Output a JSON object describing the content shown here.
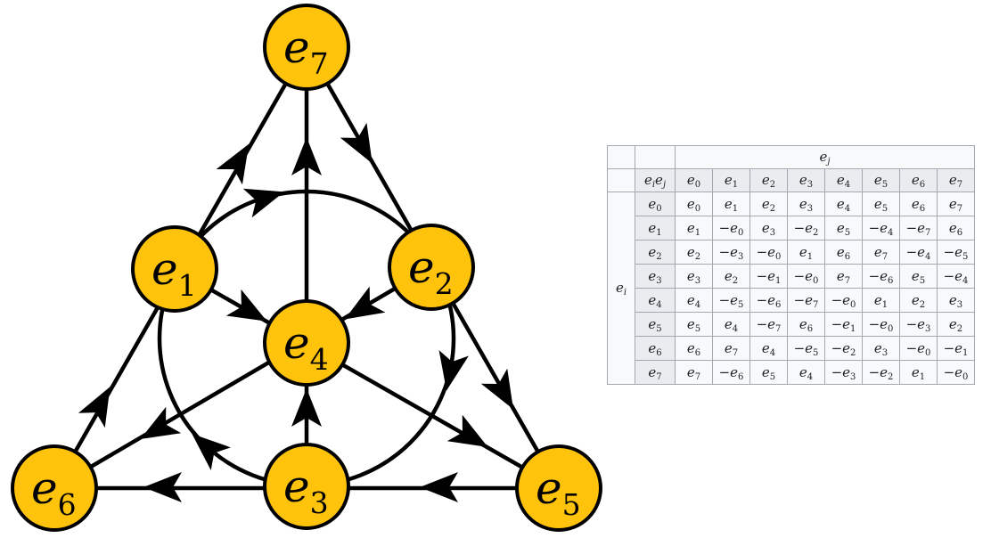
{
  "diagram": {
    "nodes": [
      {
        "id": "e7",
        "base": "e",
        "sub": "7"
      },
      {
        "id": "e1",
        "base": "e",
        "sub": "1"
      },
      {
        "id": "e2",
        "base": "e",
        "sub": "2"
      },
      {
        "id": "e4",
        "base": "e",
        "sub": "4"
      },
      {
        "id": "e6",
        "base": "e",
        "sub": "6"
      },
      {
        "id": "e3",
        "base": "e",
        "sub": "3"
      },
      {
        "id": "e5",
        "base": "e",
        "sub": "5"
      }
    ],
    "directed_triples": [
      "e6 -> e1 -> e7",
      "e7 -> e2 -> e5",
      "e5 -> e3 -> e6",
      "e3 -> e4 -> e7",
      "e1 -> e4 -> e5",
      "e2 -> e4 -> e6",
      "e1 -> e2 -> e3 -> e1 (circle)"
    ],
    "colors": {
      "node_fill": "#FFC30B",
      "node_stroke": "#000000",
      "line": "#000000"
    }
  },
  "table": {
    "col_group_label": "e_j",
    "row_group_label": "e_i",
    "corner_label": "e_i e_j",
    "col_headers": [
      "e_0",
      "e_1",
      "e_2",
      "e_3",
      "e_4",
      "e_5",
      "e_6",
      "e_7"
    ],
    "rows": [
      {
        "header": "e_0",
        "cells": [
          "e_0",
          "e_1",
          "e_2",
          "e_3",
          "e_4",
          "e_5",
          "e_6",
          "e_7"
        ]
      },
      {
        "header": "e_1",
        "cells": [
          "e_1",
          "-e_0",
          "e_3",
          "-e_2",
          "e_5",
          "-e_4",
          "-e_7",
          "e_6"
        ]
      },
      {
        "header": "e_2",
        "cells": [
          "e_2",
          "-e_3",
          "-e_0",
          "e_1",
          "e_6",
          "e_7",
          "-e_4",
          "-e_5"
        ]
      },
      {
        "header": "e_3",
        "cells": [
          "e_3",
          "e_2",
          "-e_1",
          "-e_0",
          "e_7",
          "-e_6",
          "e_5",
          "-e_4"
        ]
      },
      {
        "header": "e_4",
        "cells": [
          "e_4",
          "-e_5",
          "-e_6",
          "-e_7",
          "-e_0",
          "e_1",
          "e_2",
          "e_3"
        ]
      },
      {
        "header": "e_5",
        "cells": [
          "e_5",
          "e_4",
          "-e_7",
          "e_6",
          "-e_1",
          "-e_0",
          "-e_3",
          "e_2"
        ]
      },
      {
        "header": "e_6",
        "cells": [
          "e_6",
          "e_7",
          "e_4",
          "-e_5",
          "-e_2",
          "e_3",
          "-e_0",
          "-e_1"
        ]
      },
      {
        "header": "e_7",
        "cells": [
          "e_7",
          "-e_6",
          "e_5",
          "e_4",
          "-e_3",
          "-e_2",
          "e_1",
          "-e_0"
        ]
      }
    ],
    "colors": {
      "border": "#a2a9b1",
      "header_bg": "#eaecf0",
      "cell_bg": "#f8f9fa"
    }
  }
}
